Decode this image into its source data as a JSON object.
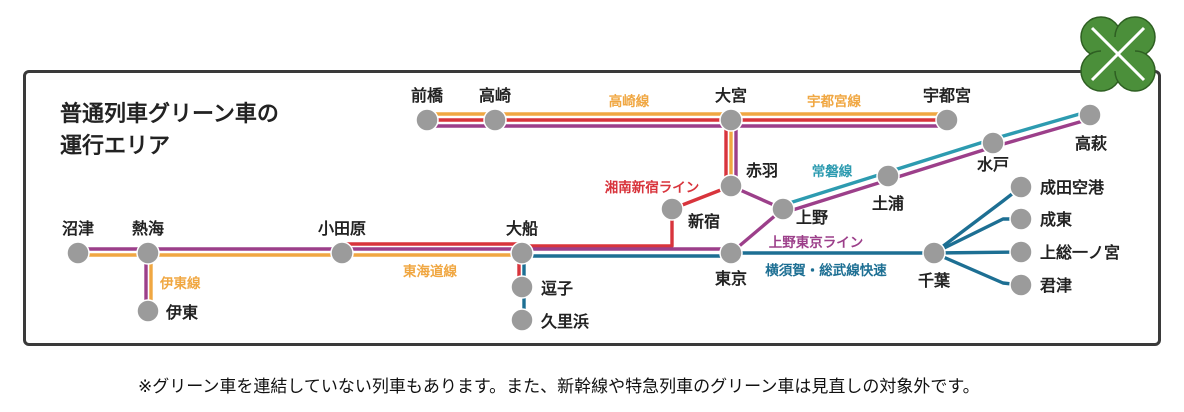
{
  "title_line1": "普通列車グリーン車の",
  "title_line2": "運行エリア",
  "footnote": "※グリーン車を連結していない列車もあります。また、新幹線や特急列車のグリーン車は見直しの対象外です。",
  "logo_icon": "green-car-clover-icon",
  "colors": {
    "orange": "#f0a742",
    "red": "#d8343c",
    "purple": "#9c3f8a",
    "teal": "#2d9bb0",
    "navy": "#1d6f93",
    "station": "#9b9b9b",
    "logo": "#4b8f3a"
  },
  "stations": [
    {
      "id": "maebashi",
      "name": "前橋"
    },
    {
      "id": "takasaki",
      "name": "高崎"
    },
    {
      "id": "omiya",
      "name": "大宮"
    },
    {
      "id": "utsunomiya",
      "name": "宇都宮"
    },
    {
      "id": "akabane",
      "name": "赤羽"
    },
    {
      "id": "shinjuku",
      "name": "新宿"
    },
    {
      "id": "ueno",
      "name": "上野"
    },
    {
      "id": "tokyo",
      "name": "東京"
    },
    {
      "id": "numazu",
      "name": "沼津"
    },
    {
      "id": "atami",
      "name": "熱海"
    },
    {
      "id": "ito",
      "name": "伊東"
    },
    {
      "id": "odawara",
      "name": "小田原"
    },
    {
      "id": "ofuna",
      "name": "大船"
    },
    {
      "id": "zushi",
      "name": "逗子"
    },
    {
      "id": "kurihama",
      "name": "久里浜"
    },
    {
      "id": "tsuchiura",
      "name": "土浦"
    },
    {
      "id": "mito",
      "name": "水戸"
    },
    {
      "id": "takahagi",
      "name": "高萩"
    },
    {
      "id": "chiba",
      "name": "千葉"
    },
    {
      "id": "narita_airport",
      "name": "成田空港"
    },
    {
      "id": "naruto",
      "name": "成東"
    },
    {
      "id": "kazusa_ichinomiya",
      "name": "上総一ノ宮"
    },
    {
      "id": "kimitsu",
      "name": "君津"
    }
  ],
  "lines": [
    {
      "id": "takasaki",
      "name": "高崎線",
      "color": "#f0a742"
    },
    {
      "id": "utsunomiya",
      "name": "宇都宮線",
      "color": "#f0a742"
    },
    {
      "id": "shonan_shinjuku",
      "name": "湘南新宿ライン",
      "color": "#d8343c"
    },
    {
      "id": "joban",
      "name": "常磐線",
      "color": "#2d9bb0"
    },
    {
      "id": "ueno_tokyo",
      "name": "上野東京ライン",
      "color": "#9c3f8a"
    },
    {
      "id": "tokaido",
      "name": "東海道線",
      "color": "#f0a742"
    },
    {
      "id": "ito",
      "name": "伊東線",
      "color": "#f0a742"
    },
    {
      "id": "yokosuka_sobu",
      "name": "横須賀・総武線快速",
      "color": "#1d6f93"
    }
  ]
}
